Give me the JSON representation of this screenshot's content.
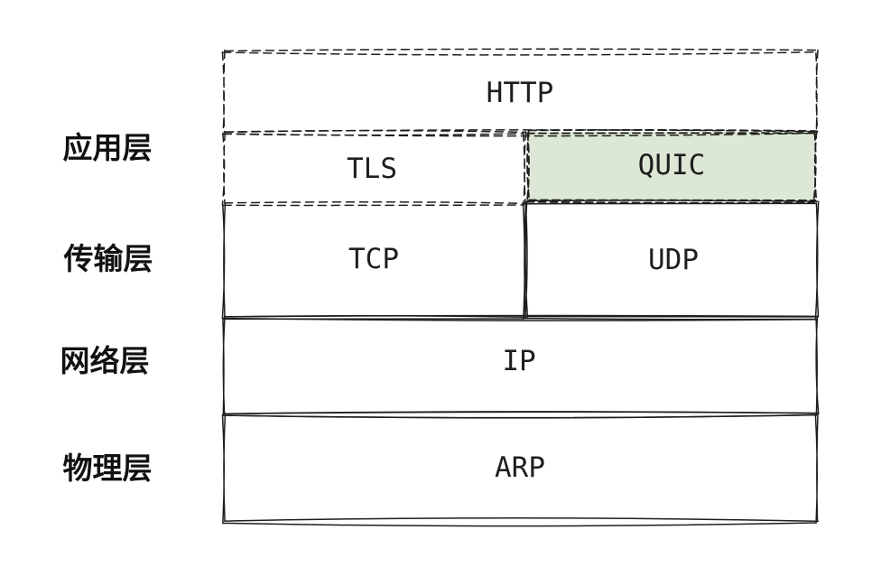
{
  "diagram": {
    "title_semantics": "network-protocol-stack",
    "layers": [
      {
        "label": "应用层"
      },
      {
        "label": "传输层"
      },
      {
        "label": "网络层"
      },
      {
        "label": "物理层"
      }
    ],
    "boxes": {
      "http": "HTTP",
      "tls": "TLS",
      "quic": "QUIC",
      "tcp": "TCP",
      "udp": "UDP",
      "ip": "IP",
      "arp": "ARP"
    },
    "colors": {
      "stroke": "#1e1e1e",
      "quic_fill": "#dce8d5",
      "quic_stroke": "#8fac77",
      "background": "#ffffff"
    }
  }
}
